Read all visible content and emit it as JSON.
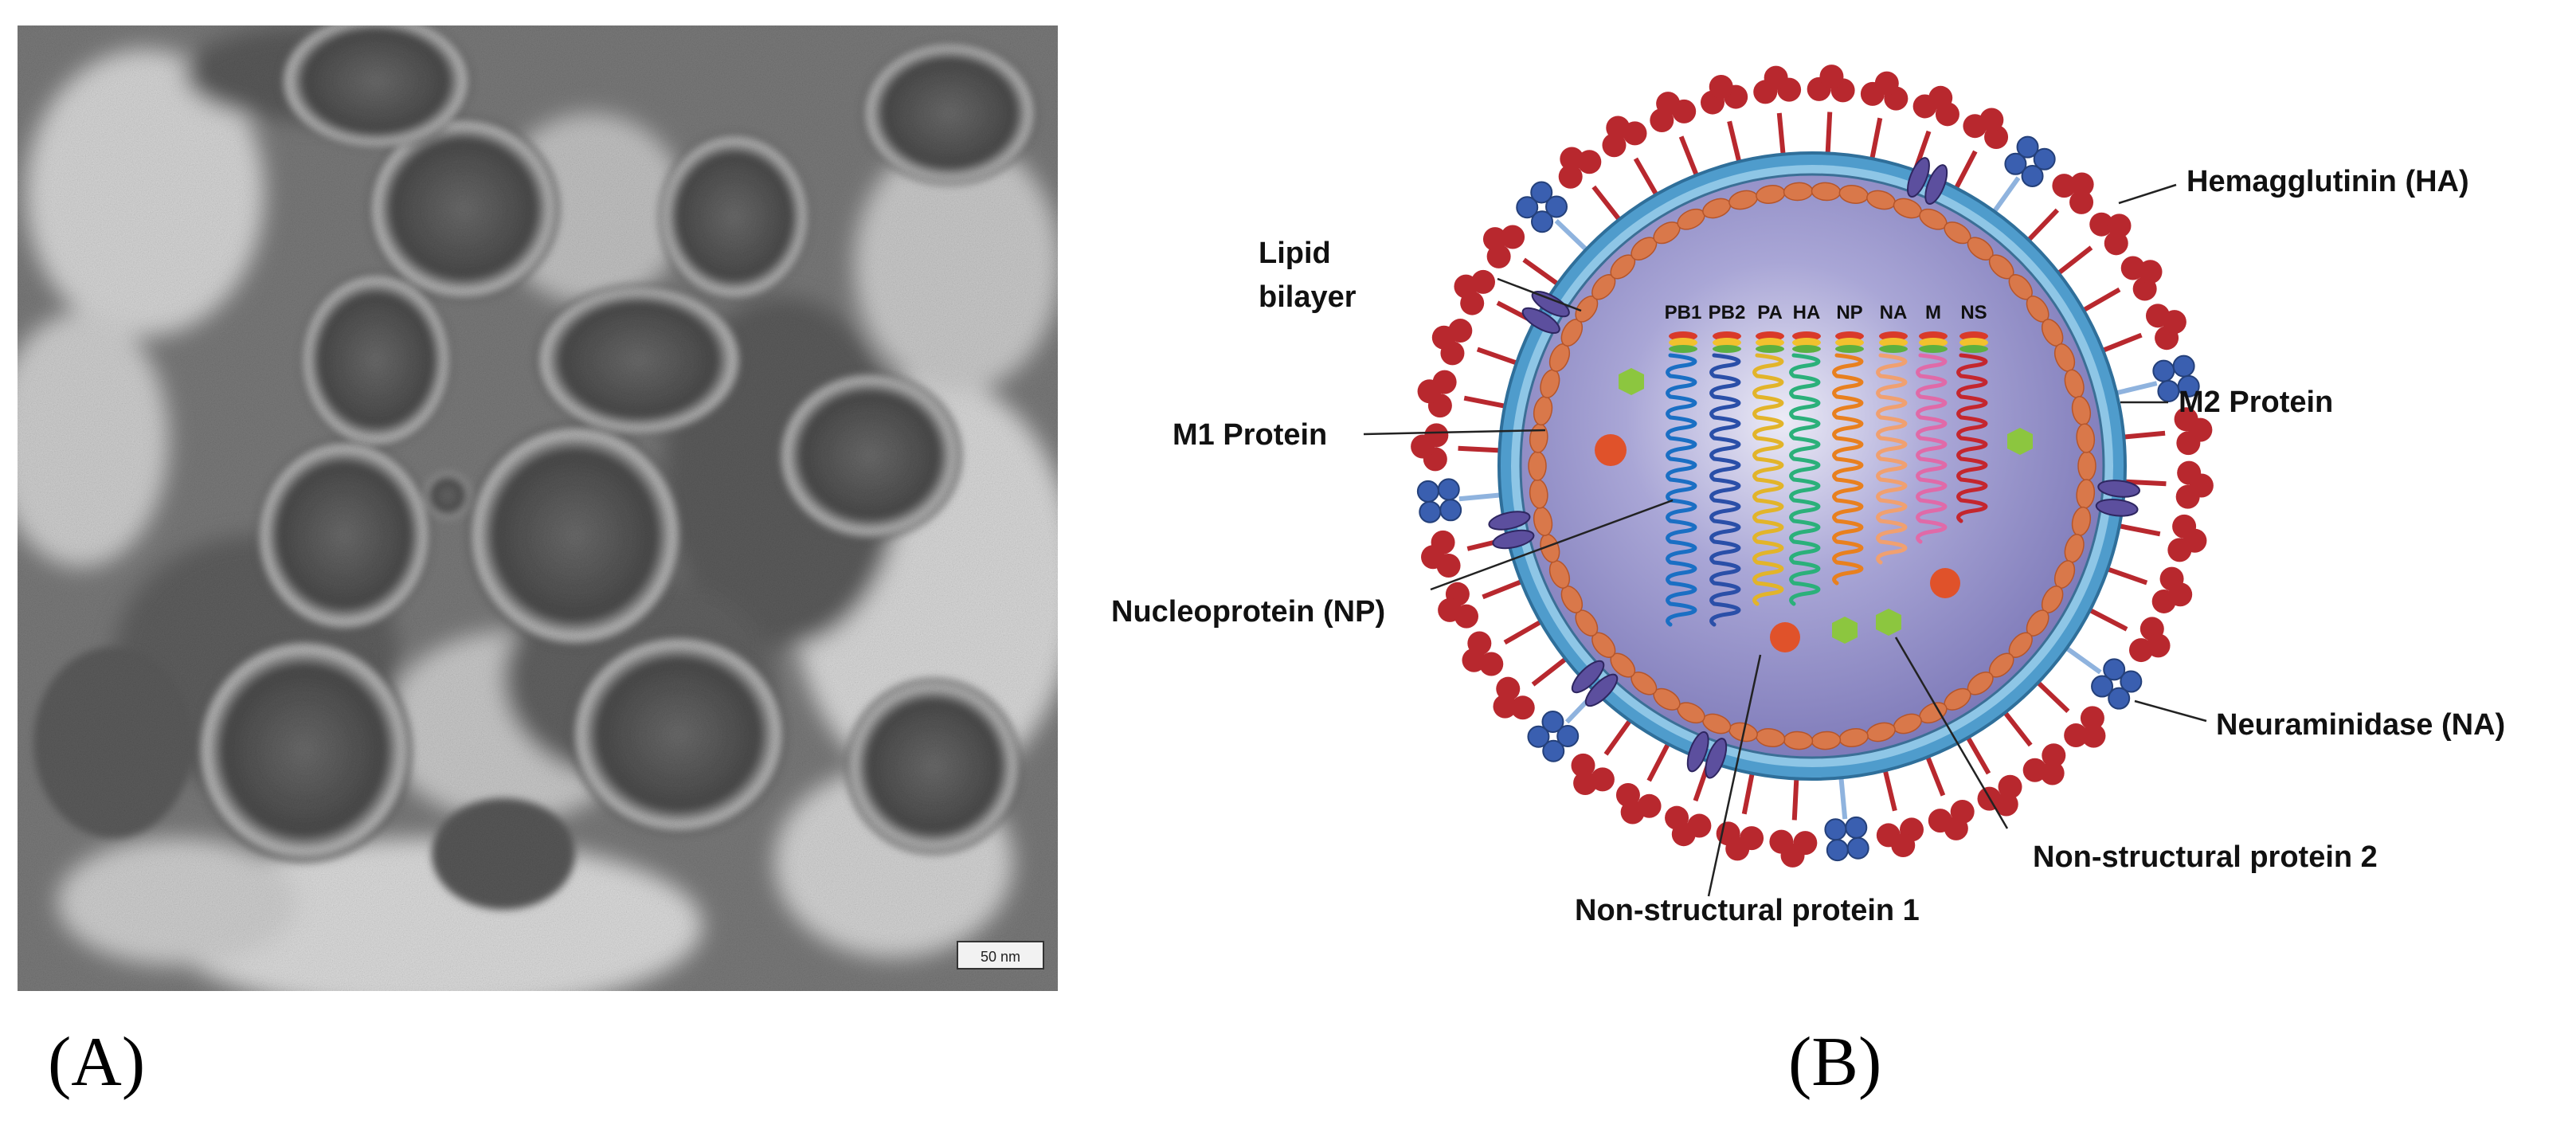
{
  "panel_a": {
    "letter": "(A)",
    "scale_bar": "50 nm"
  },
  "panel_b": {
    "letter": "(B)",
    "labels": {
      "ha": "Hemagglutinin (HA)",
      "lipid_line1": "Lipid",
      "lipid_line2": "bilayer",
      "m2": "M2 Protein",
      "m1": "M1 Protein",
      "np": "Nucleoprotein (NP)",
      "na": "Neuraminidase (NA)",
      "ns2": "Non-structural protein 2",
      "ns1": "Non-structural protein 1"
    },
    "segments": [
      {
        "name": "PB1",
        "color": "#1a6fc4"
      },
      {
        "name": "PB2",
        "color": "#2a4fa8"
      },
      {
        "name": "PA",
        "color": "#e2b42a"
      },
      {
        "name": "HA",
        "color": "#2bb07a"
      },
      {
        "name": "NP",
        "color": "#e8801f"
      },
      {
        "name": "NA",
        "color": "#f0a070"
      },
      {
        "name": "M",
        "color": "#e06aa8"
      },
      {
        "name": "NS",
        "color": "#c4262e"
      }
    ],
    "colors": {
      "hemagglutinin": "#b8282e",
      "neuraminidase": "#3a5fb0",
      "envelope": "#5aa7d8",
      "interior": "#8a86c2",
      "m1": "#d9784a",
      "m2": "#5c4f9e",
      "ns1": "#e0522a",
      "ns2": "#8cc63f"
    }
  }
}
